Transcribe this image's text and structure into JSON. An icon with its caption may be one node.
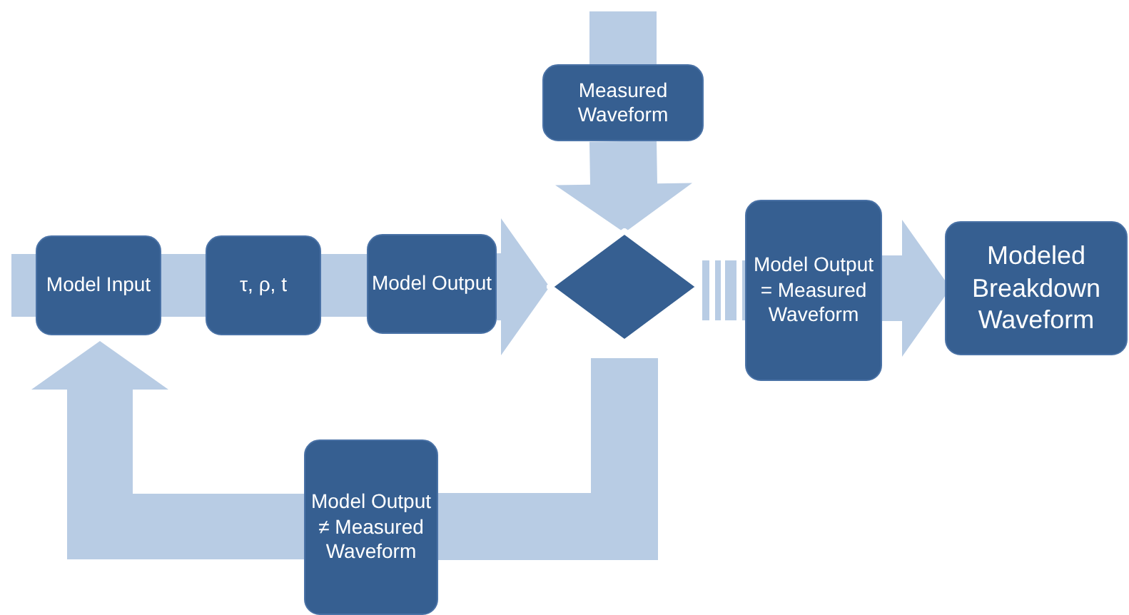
{
  "diagram": {
    "nodes": [
      {
        "text": [
          "Measured Waveform"
        ]
      },
      {
        "text": [
          "Model Input"
        ]
      },
      {
        "text": [
          "τ, ρ, t"
        ]
      },
      {
        "text": [
          "Model Output"
        ]
      },
      {
        "text": [],
        "shape": "diamond"
      },
      {
        "text": [
          "Model Output = Measured Waveform"
        ]
      },
      {
        "text": [
          "Modeled Breakdown Waveform"
        ]
      },
      {
        "text": [
          "Model Output ≠ Measured Waveform"
        ]
      }
    ],
    "edges": [
      {
        "from": null,
        "to": 0,
        "arrow": "none"
      },
      {
        "from": 0,
        "to": 4,
        "arrow": "to"
      },
      {
        "from": null,
        "to": 1,
        "arrow": "none"
      },
      {
        "from": 1,
        "to": 2,
        "arrow": "none"
      },
      {
        "from": 2,
        "to": 3,
        "arrow": "none"
      },
      {
        "from": 3,
        "to": 4,
        "arrow": "to"
      },
      {
        "from": 4,
        "to": 5,
        "arrow": "none",
        "style": "dashed"
      },
      {
        "from": 5,
        "to": 6,
        "arrow": "to"
      },
      {
        "from": 4,
        "to": 7,
        "arrow": "none"
      },
      {
        "from": 7,
        "to": 1,
        "arrow": "to"
      }
    ]
  }
}
